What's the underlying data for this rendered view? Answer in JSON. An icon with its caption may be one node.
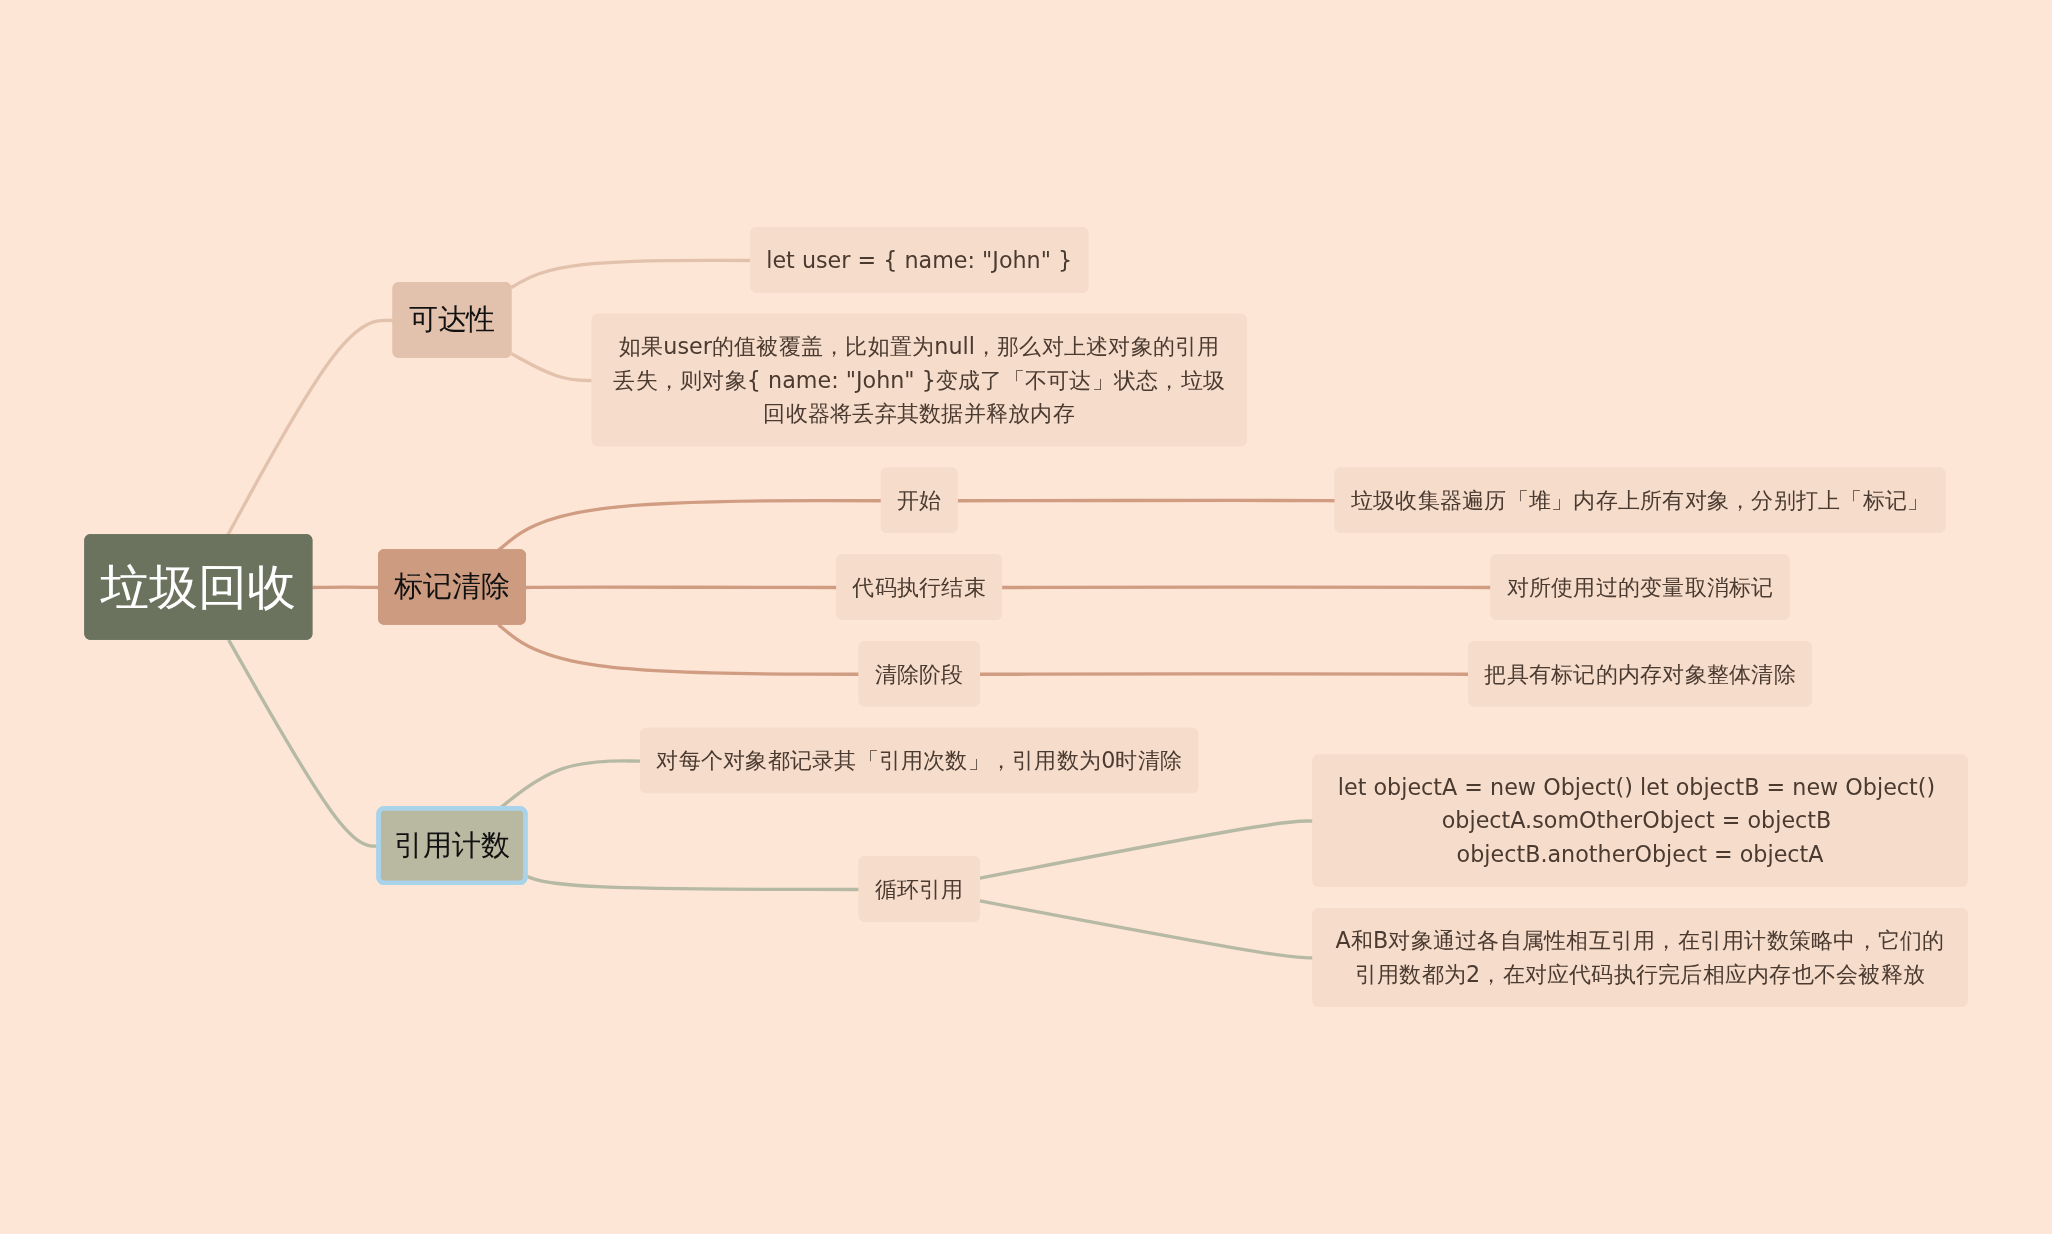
{
  "diagram": {
    "nodes": [
      {
        "text": [
          "垃圾回收"
        ]
      },
      {
        "text": [
          "可达性"
        ]
      },
      {
        "text": [
          "let user = { name: \"John\" }"
        ]
      },
      {
        "text": [
          "如果user的值被覆盖，比如置为null，那么对上述对象的引用丢失，则对象{ name: \"John\" }变成了「不可达」状态，垃圾回收器将丢弃其数据并释放内存"
        ]
      },
      {
        "text": [
          "标记清除"
        ]
      },
      {
        "text": [
          "开始"
        ]
      },
      {
        "text": [
          "垃圾收集器遍历「堆」内存上所有对象，分别打上「标记」"
        ]
      },
      {
        "text": [
          "代码执行结束"
        ]
      },
      {
        "text": [
          "对所使用过的变量取消标记"
        ]
      },
      {
        "text": [
          "清除阶段"
        ]
      },
      {
        "text": [
          "把具有标记的内存对象整体清除"
        ]
      },
      {
        "text": [
          "引用计数"
        ]
      },
      {
        "text": [
          "对每个对象都记录其「引用次数」，引用数为0时清除"
        ]
      },
      {
        "text": [
          "循环引用"
        ]
      },
      {
        "text": [
          "let objectA = new Object() let objectB = new Object() objectA.somOtherObject = objectB objectB.anotherObject = objectA"
        ]
      },
      {
        "text": [
          "A和B对象通过各自属性相互引用，在引用计数策略中，它们的引用数都为2，在对应代码执行完后相应内存也不会被释放"
        ]
      }
    ],
    "edges": [
      {
        "from": 0,
        "to": 1,
        "arrow": "none",
        "color": "#e2c2ac"
      },
      {
        "from": 1,
        "to": 2,
        "arrow": "none",
        "color": "#e2c2ac"
      },
      {
        "from": 1,
        "to": 3,
        "arrow": "none",
        "color": "#e2c2ac"
      },
      {
        "from": 0,
        "to": 4,
        "arrow": "none",
        "color": "#d09c82"
      },
      {
        "from": 4,
        "to": 5,
        "arrow": "none",
        "color": "#d09c82"
      },
      {
        "from": 5,
        "to": 6,
        "arrow": "none",
        "color": "#d09c82"
      },
      {
        "from": 4,
        "to": 7,
        "arrow": "none",
        "color": "#d09c82"
      },
      {
        "from": 7,
        "to": 8,
        "arrow": "none",
        "color": "#d09c82"
      },
      {
        "from": 4,
        "to": 9,
        "arrow": "none",
        "color": "#d09c82"
      },
      {
        "from": 9,
        "to": 10,
        "arrow": "none",
        "color": "#d09c82"
      },
      {
        "from": 0,
        "to": 11,
        "arrow": "none",
        "color": "#b6b9a4"
      },
      {
        "from": 11,
        "to": 12,
        "arrow": "none",
        "color": "#b6b9a4"
      },
      {
        "from": 11,
        "to": 13,
        "arrow": "none",
        "color": "#b6b9a4"
      },
      {
        "from": 13,
        "to": 14,
        "arrow": "none",
        "color": "#b6b9a4"
      },
      {
        "from": 13,
        "to": 15,
        "arrow": "none",
        "color": "#b6b9a4"
      }
    ]
  }
}
